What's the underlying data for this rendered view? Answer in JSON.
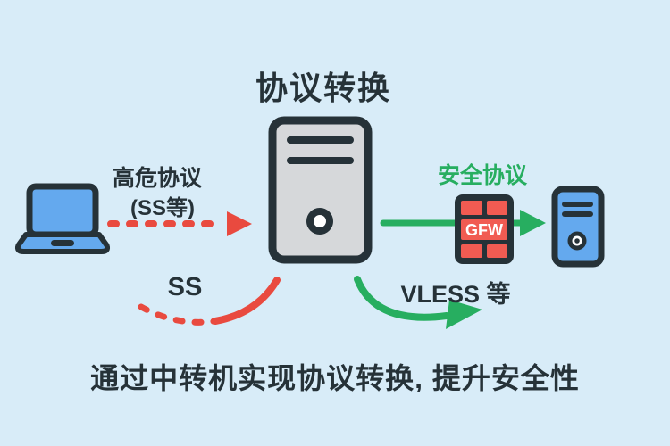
{
  "title": "协议转换",
  "caption": "通过中转机实现协议转换, 提升安全性",
  "nodes": {
    "client": {
      "icon": "laptop-icon"
    },
    "relay": {
      "icon": "server-tower-icon"
    },
    "firewall": {
      "icon": "brick-wall-icon",
      "label": "GFW"
    },
    "destination": {
      "icon": "server-tower-icon"
    }
  },
  "flows": {
    "risky": {
      "label": "高危协议",
      "sublabel": "(SS等)",
      "curve_label": "SS",
      "style": "dashed",
      "color": "#E94A3F"
    },
    "safe": {
      "label": "安全协议",
      "curve_label": "VLESS 等",
      "style": "solid",
      "color": "#27AE60"
    }
  },
  "colors": {
    "background": "#D8ECF8",
    "outline": "#263238",
    "red": "#E94A3F",
    "green": "#27AE60",
    "brick_red": "#F15B52",
    "device_blue": "#64A9EE",
    "server_gray": "#D6D8DA"
  }
}
